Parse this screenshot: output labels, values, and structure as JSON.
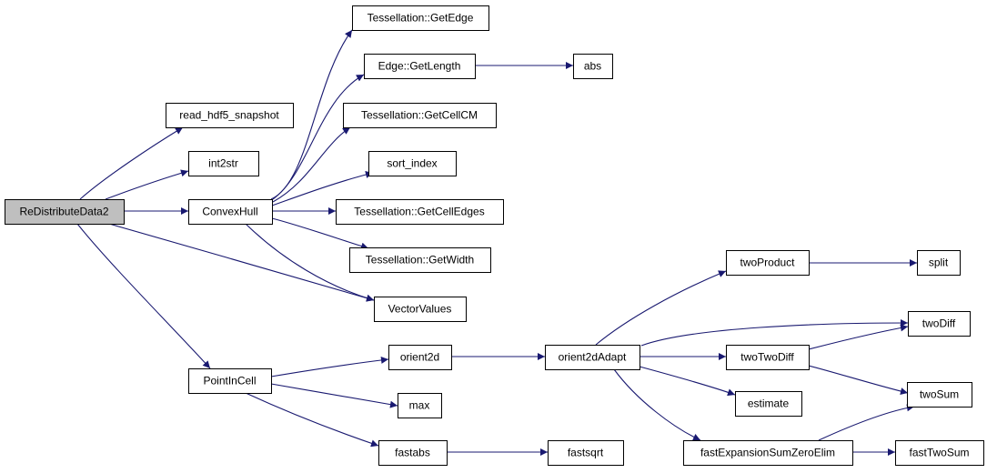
{
  "colors": {
    "edge": "#191970",
    "node_fill": "#ffffff",
    "root_fill": "#bfbfbf",
    "border": "#000000"
  },
  "nodes": [
    {
      "id": "redistribute",
      "label": "ReDistributeData2",
      "root": true
    },
    {
      "id": "read_hdf5",
      "label": "read_hdf5_snapshot"
    },
    {
      "id": "int2str",
      "label": "int2str"
    },
    {
      "id": "convexhull",
      "label": "ConvexHull"
    },
    {
      "id": "vectorvalues",
      "label": "VectorValues"
    },
    {
      "id": "pointincell",
      "label": "PointInCell"
    },
    {
      "id": "tess_getedge",
      "label": "Tessellation::GetEdge"
    },
    {
      "id": "edge_getlength",
      "label": "Edge::GetLength"
    },
    {
      "id": "abs",
      "label": "abs"
    },
    {
      "id": "tess_getcellcm",
      "label": "Tessellation::GetCellCM"
    },
    {
      "id": "sort_index",
      "label": "sort_index"
    },
    {
      "id": "tess_getcelledges",
      "label": "Tessellation::GetCellEdges"
    },
    {
      "id": "tess_getwidth",
      "label": "Tessellation::GetWidth"
    },
    {
      "id": "orient2d",
      "label": "orient2d"
    },
    {
      "id": "max",
      "label": "max"
    },
    {
      "id": "fastabs",
      "label": "fastabs"
    },
    {
      "id": "fastsqrt",
      "label": "fastsqrt"
    },
    {
      "id": "orient2dadapt",
      "label": "orient2dAdapt"
    },
    {
      "id": "twoproduct",
      "label": "twoProduct"
    },
    {
      "id": "split",
      "label": "split"
    },
    {
      "id": "twodiff",
      "label": "twoDiff"
    },
    {
      "id": "twotwodiff",
      "label": "twoTwoDiff"
    },
    {
      "id": "estimate",
      "label": "estimate"
    },
    {
      "id": "twosum",
      "label": "twoSum"
    },
    {
      "id": "fastexp",
      "label": "fastExpansionSumZeroElim"
    },
    {
      "id": "fasttwosum",
      "label": "fastTwoSum"
    }
  ],
  "edges": [
    [
      "redistribute",
      "read_hdf5"
    ],
    [
      "redistribute",
      "int2str"
    ],
    [
      "redistribute",
      "convexhull"
    ],
    [
      "redistribute",
      "vectorvalues"
    ],
    [
      "redistribute",
      "pointincell"
    ],
    [
      "convexhull",
      "tess_getedge"
    ],
    [
      "convexhull",
      "edge_getlength"
    ],
    [
      "convexhull",
      "tess_getcellcm"
    ],
    [
      "convexhull",
      "sort_index"
    ],
    [
      "convexhull",
      "tess_getcelledges"
    ],
    [
      "convexhull",
      "tess_getwidth"
    ],
    [
      "convexhull",
      "vectorvalues"
    ],
    [
      "edge_getlength",
      "abs"
    ],
    [
      "pointincell",
      "orient2d"
    ],
    [
      "pointincell",
      "max"
    ],
    [
      "pointincell",
      "fastabs"
    ],
    [
      "fastabs",
      "fastsqrt"
    ],
    [
      "orient2d",
      "orient2dadapt"
    ],
    [
      "orient2dadapt",
      "twoproduct"
    ],
    [
      "orient2dadapt",
      "twodiff"
    ],
    [
      "orient2dadapt",
      "twotwodiff"
    ],
    [
      "orient2dadapt",
      "estimate"
    ],
    [
      "orient2dadapt",
      "fastexp"
    ],
    [
      "twoproduct",
      "split"
    ],
    [
      "twotwodiff",
      "twodiff"
    ],
    [
      "twotwodiff",
      "twosum"
    ],
    [
      "fastexp",
      "twosum"
    ],
    [
      "fastexp",
      "fasttwosum"
    ]
  ]
}
